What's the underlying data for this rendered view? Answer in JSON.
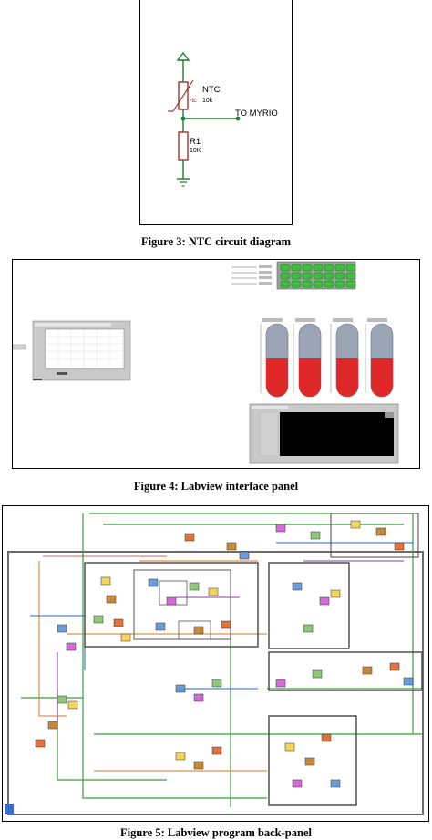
{
  "figure3": {
    "caption": "Figure 3:  NTC circuit diagram",
    "ntc_label": "NTC",
    "ntc_value": "10k",
    "ntc_symbol": "-tc",
    "output_label": "TO MYRIO",
    "r1_label": "R1",
    "r1_value": "10K"
  },
  "figure4": {
    "caption": "Figure 4:  Labview interface panel"
  },
  "figure5": {
    "caption": "Figure 5: Labview program back-panel"
  }
}
